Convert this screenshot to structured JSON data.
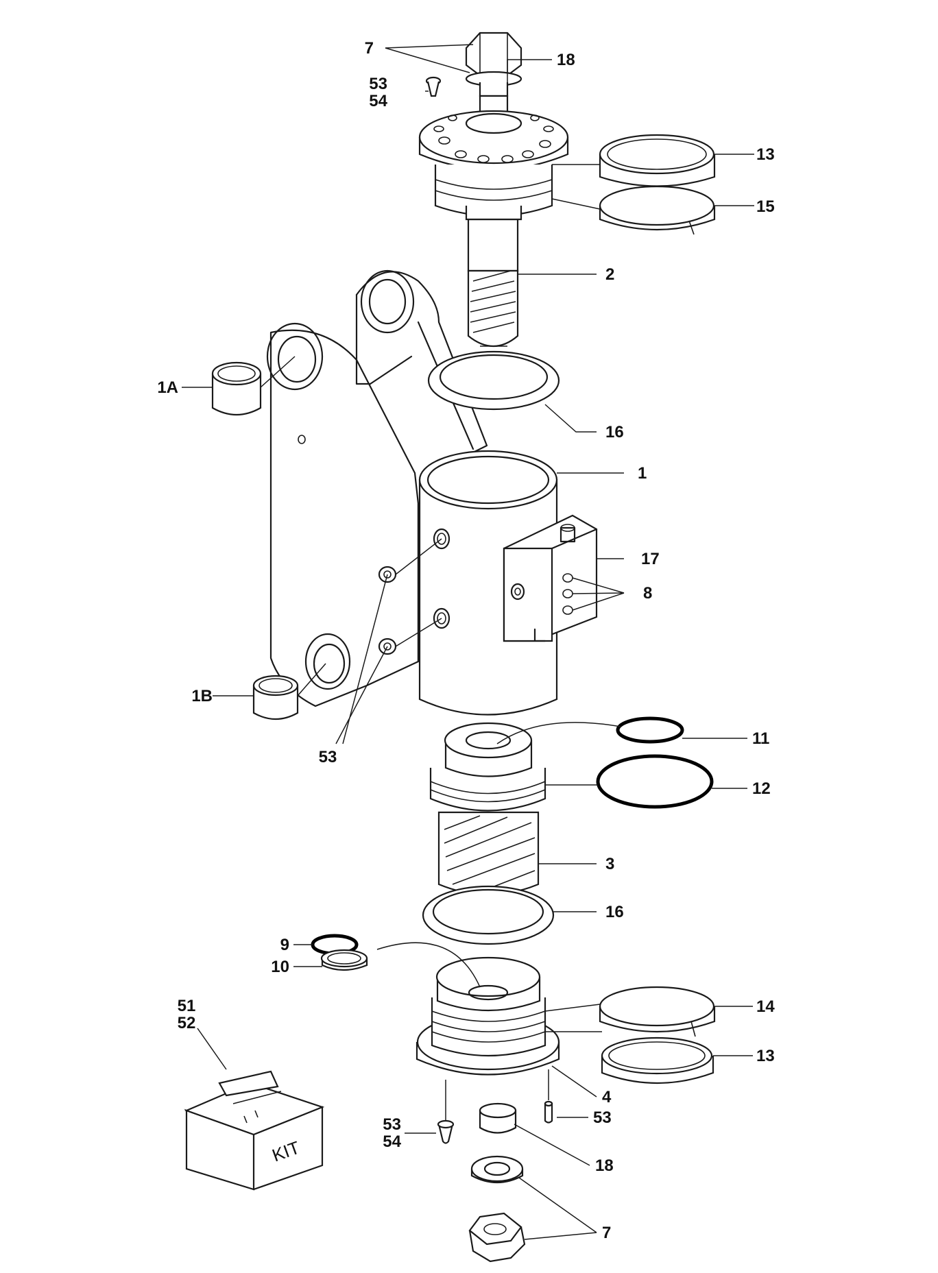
{
  "callouts": {
    "c7_top": "7",
    "c18_top": "18",
    "c53_top": "53",
    "c54_top": "54",
    "c13_top": "13",
    "c15": "15",
    "c2": "2",
    "c1A": "1A",
    "c16_top": "16",
    "c1": "1",
    "c17": "17",
    "c8": "8",
    "c1B": "1B",
    "c53_mid": "53",
    "c11": "11",
    "c12": "12",
    "c3": "3",
    "c16_bot": "16",
    "c9": "9",
    "c10": "10",
    "c51": "51",
    "c52": "52",
    "c14": "14",
    "c13_bot": "13",
    "c4": "4",
    "c53_bot_left": "53",
    "c54_bot": "54",
    "c53_bot_right": "53",
    "c18_bot": "18",
    "c7_bot": "7"
  },
  "kit_box": {
    "label": "KIT"
  }
}
